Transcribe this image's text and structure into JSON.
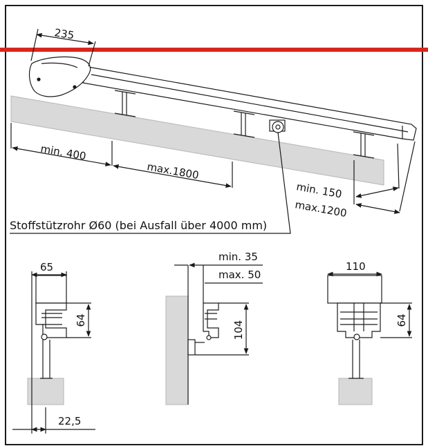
{
  "colors": {
    "accent_line": "#d9261c",
    "ground_fill": "#d9d9d9",
    "line": "#1a1a1a",
    "background": "#ffffff"
  },
  "top_view": {
    "dim_arm": "235",
    "dim_min_400": "min. 400",
    "dim_max_1800": "max.1800",
    "dim_min_150": "min. 150",
    "dim_max_1200": "max.1200",
    "support_tube_label": "Stoffstützrohr Ø60 (bei Ausfall über 4000 mm)"
  },
  "detail_left": {
    "dim_width": "65",
    "dim_height": "64",
    "dim_offset": "22,5"
  },
  "detail_middle": {
    "dim_min": "min. 35",
    "dim_max": "max. 50",
    "dim_height": "104"
  },
  "detail_right": {
    "dim_width": "110",
    "dim_height": "64"
  }
}
